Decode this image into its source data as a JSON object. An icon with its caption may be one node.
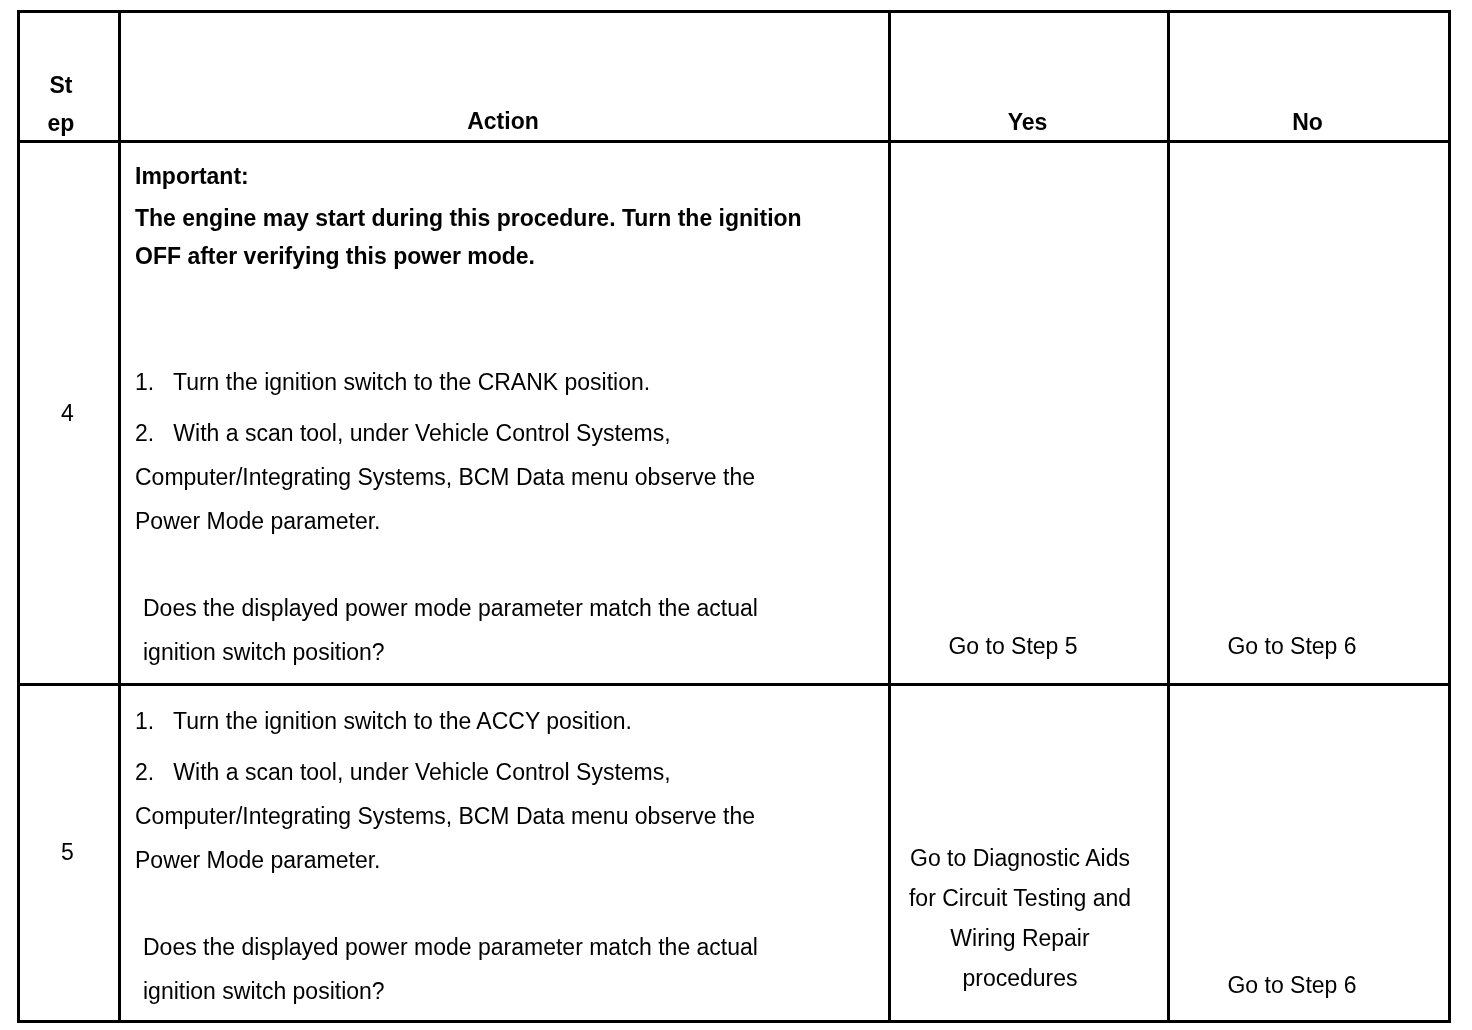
{
  "diagram": {
    "labels": [
      "St ep",
      "Action",
      "Yes",
      "No",
      "4",
      "Important:",
      "The engine may start during this procedure. Turn the ignition OFF after verifying this power mode.",
      "1.   Turn the ignition switch to the CRANK position.",
      "2.   With a scan tool, under Vehicle Control Systems, Computer/Integrating Systems, BCM Data menu observe the Power Mode parameter.",
      "Does the displayed power mode parameter match the actual ignition switch position?",
      "Go to Step 5",
      "Go to Step 6",
      "5",
      "1.   Turn the ignition switch to the ACCY position.",
      "2.   With a scan tool, under Vehicle Control Systems, Computer/Integrating Systems, BCM Data menu observe the Power Mode parameter.",
      "Does the displayed power mode parameter match the actual ignition switch position?",
      "Go to Diagnostic Aids for Circuit Testing and Wiring Repair procedures",
      "Go to Step 6"
    ]
  }
}
